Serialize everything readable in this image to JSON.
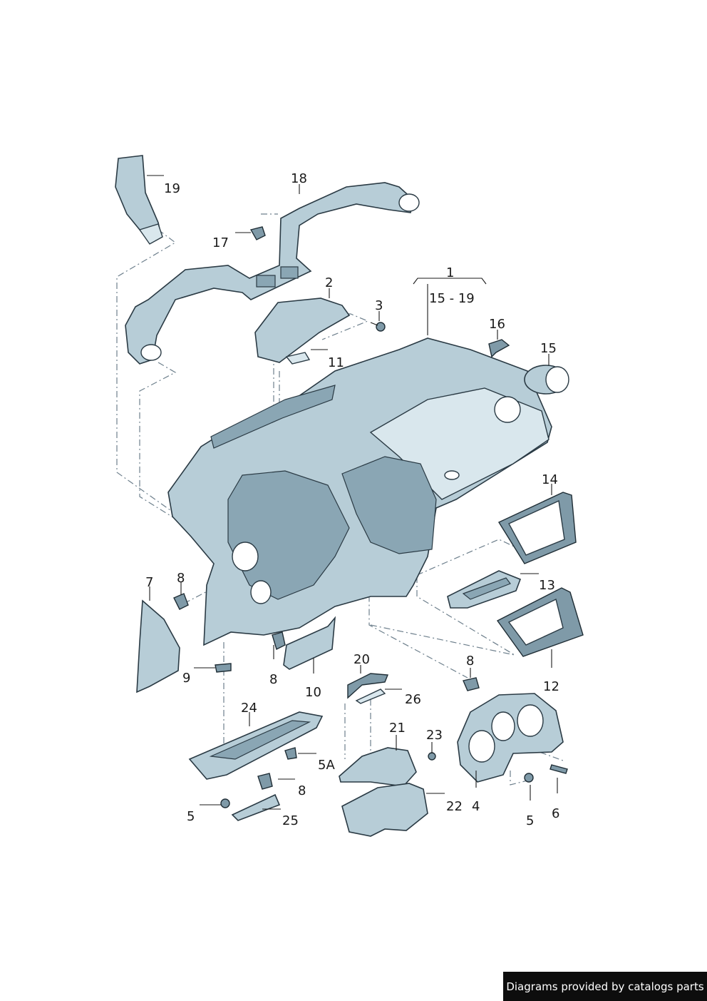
{
  "callouts": {
    "c1": "1",
    "c1range": "15 - 19",
    "c2": "2",
    "c3": "3",
    "c4": "4",
    "c5a": "5",
    "c5b": "5",
    "c5A": "5A",
    "c6": "6",
    "c7": "7",
    "c8a": "8",
    "c8b": "8",
    "c8c": "8",
    "c8d": "8",
    "c9": "9",
    "c10": "10",
    "c11": "11",
    "c12": "12",
    "c13": "13",
    "c14": "14",
    "c15": "15",
    "c16": "16",
    "c17": "17",
    "c18": "18",
    "c19": "19",
    "c20": "20",
    "c21": "21",
    "c22": "22",
    "c23": "23",
    "c24": "24",
    "c25": "25",
    "c26": "26"
  },
  "credit": "Diagrams provided by catalogs parts",
  "colors": {
    "part_fill": "#b7cdd7",
    "outline": "#2a3a44",
    "credit_bg": "#0d0d0d"
  }
}
